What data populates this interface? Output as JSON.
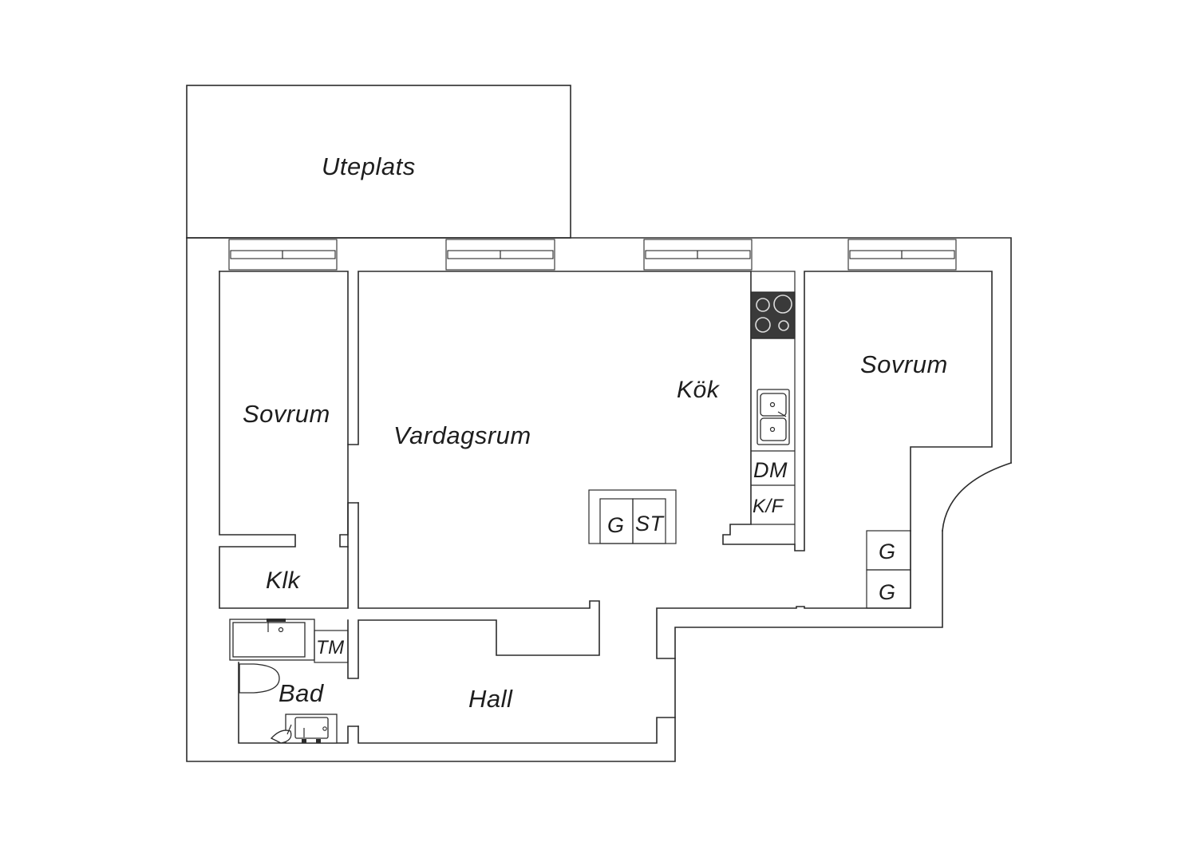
{
  "rooms": {
    "uteplats": "Uteplats",
    "sovrum_left": "Sovrum",
    "vardagsrum": "Vardagsrum",
    "kok": "Kök",
    "sovrum_right": "Sovrum",
    "klk": "Klk",
    "bad": "Bad",
    "hall": "Hall"
  },
  "fixtures": {
    "dm": "DM",
    "kf": "K/F",
    "g_kitchen": "G",
    "st": "ST",
    "tm": "TM",
    "g_upper": "G",
    "g_lower": "G"
  }
}
